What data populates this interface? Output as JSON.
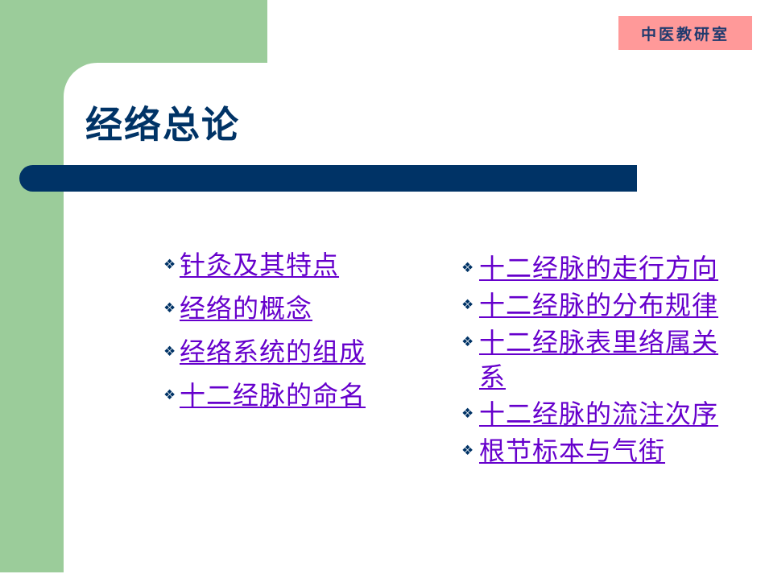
{
  "badge": {
    "label": "中医教研室"
  },
  "slide": {
    "title": "经络总论"
  },
  "colors": {
    "green": "#9bcc9a",
    "navy": "#003366",
    "badge_bg": "#ff9999",
    "link": "#6600cc"
  },
  "bullet_icon": "❖",
  "links_left": [
    {
      "label": "针灸及其特点"
    },
    {
      "label": "经络的概念"
    },
    {
      "label": "经络系统的组成"
    },
    {
      "label": "十二经脉的命名"
    }
  ],
  "links_right": [
    {
      "label": "十二经脉的走行方向"
    },
    {
      "label": "十二经脉的分布规律"
    },
    {
      "label": "十二经脉表里络属关系"
    },
    {
      "label": "十二经脉的流注次序"
    },
    {
      "label": "根节标本与气街"
    }
  ]
}
